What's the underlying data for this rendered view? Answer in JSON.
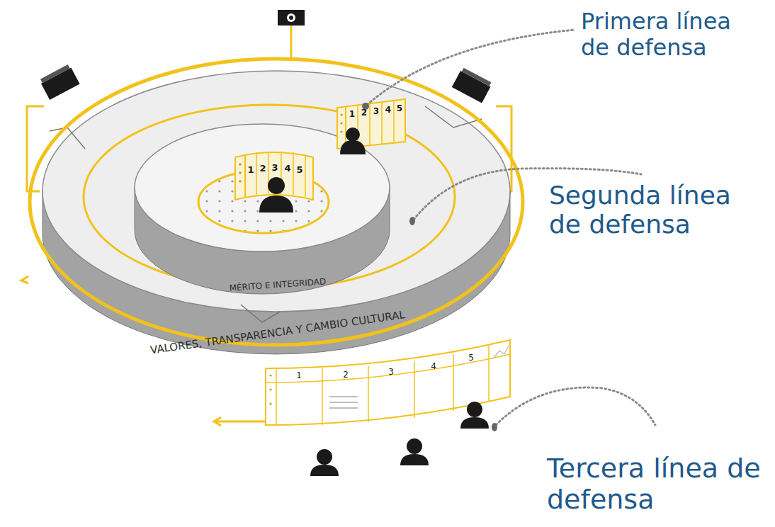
{
  "diagram": {
    "labels": [
      "Primera línea de defensa",
      "Segunda línea de defensa",
      "Tercera línea de defensa",
      "MÉRITO E INTEGRIDAD",
      "VALORES, TRANSPARENCIA Y CAMBIO CULTURAL",
      "1",
      "2",
      "3",
      "4",
      "5",
      "1",
      "2",
      "3",
      "4",
      "5",
      "1",
      "2",
      "3",
      "4",
      "5"
    ]
  }
}
